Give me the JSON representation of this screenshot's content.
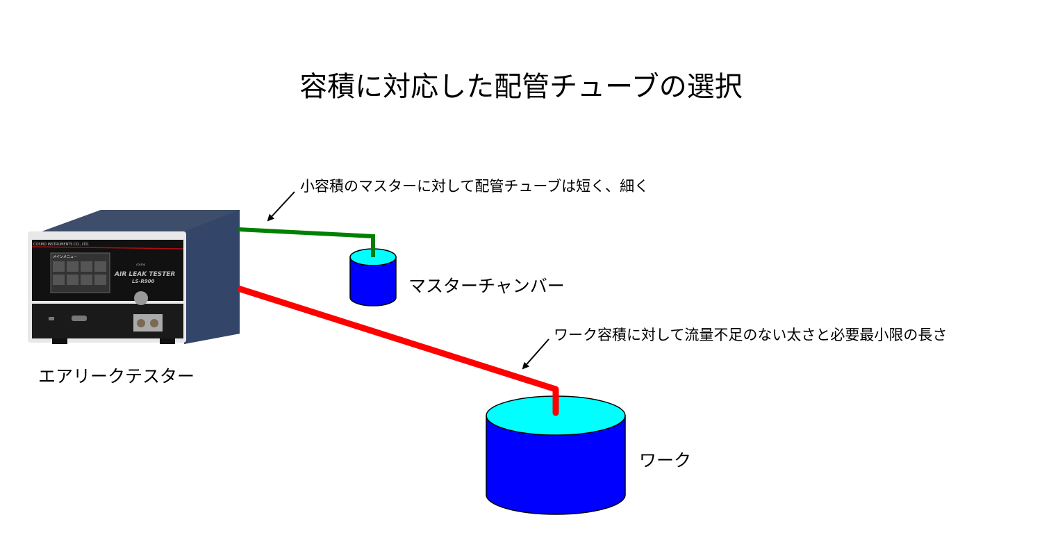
{
  "title": "容積に対応した配管チューブの選択",
  "annotations": {
    "master_note": "小容積のマスターに対して配管チューブは短く、細く",
    "work_note": "ワーク容積に対して流量不足のない太さと必要最小限の長さ"
  },
  "labels": {
    "master_chamber": "マスターチャンバー",
    "work": "ワーク",
    "tester": "エアリークテスター"
  },
  "device": {
    "maker": "COSMO INSTRUMENTS CO., LTD.",
    "product": "AIR LEAK TESTER",
    "model": "LS-R900",
    "screen_title": "メインメニュー",
    "logo": "cosmo"
  },
  "colors": {
    "master_tube": "#008000",
    "work_tube": "#ff0000",
    "cylinder_body": "#0000ff",
    "cylinder_top": "#00ffff"
  }
}
